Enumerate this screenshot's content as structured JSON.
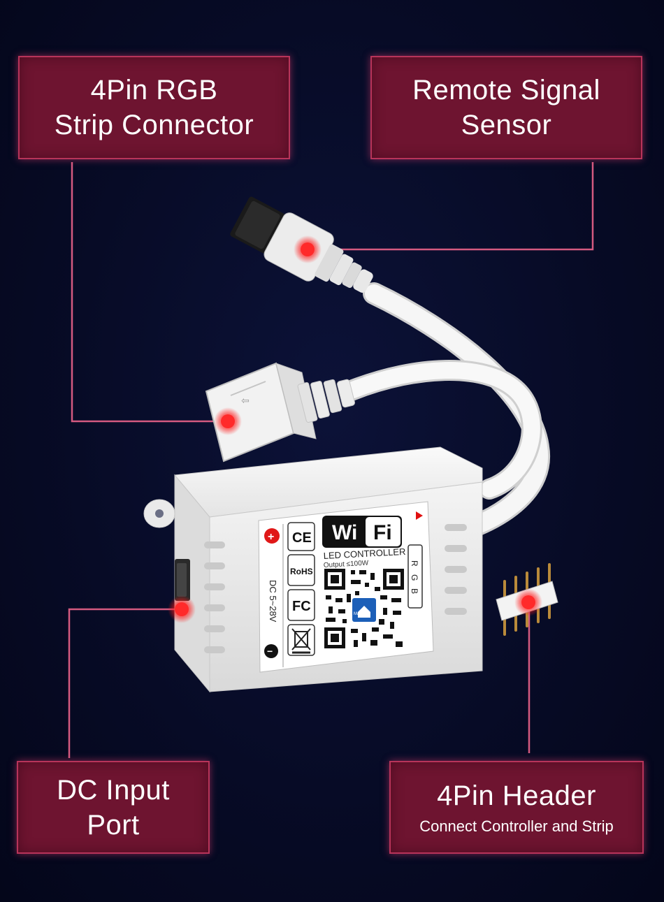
{
  "labels": {
    "rgb_connector": {
      "line1": "4Pin RGB",
      "line2": "Strip Connector"
    },
    "remote_sensor": {
      "line1": "Remote Signal",
      "line2": "Sensor"
    },
    "dc_input": {
      "line1": "DC Input",
      "line2": "Port"
    },
    "pin_header": {
      "line1": "4Pin Header",
      "line2": "Connect Controller and Strip"
    }
  },
  "device": {
    "wifi_left": "Wi",
    "wifi_right": "Fi",
    "model": "LED CONTROLLER",
    "output": "Output ≤100W",
    "voltage": "DC 5~28V",
    "plus": "+",
    "minus": "−",
    "channels": [
      "R",
      "G",
      "B"
    ],
    "cert_ce": "CE",
    "cert_rohs": "RoHS",
    "cert_fc": "FC",
    "qr_logo": "Magic"
  },
  "colors": {
    "box_fill": "#6e1430",
    "box_border": "#b8345a",
    "leader_line": "#d45a80",
    "marker_dot": "#ff2a2a",
    "background": "#070b26"
  },
  "icons": [
    "marker-dot",
    "weee-bin-icon",
    "qr-code"
  ]
}
